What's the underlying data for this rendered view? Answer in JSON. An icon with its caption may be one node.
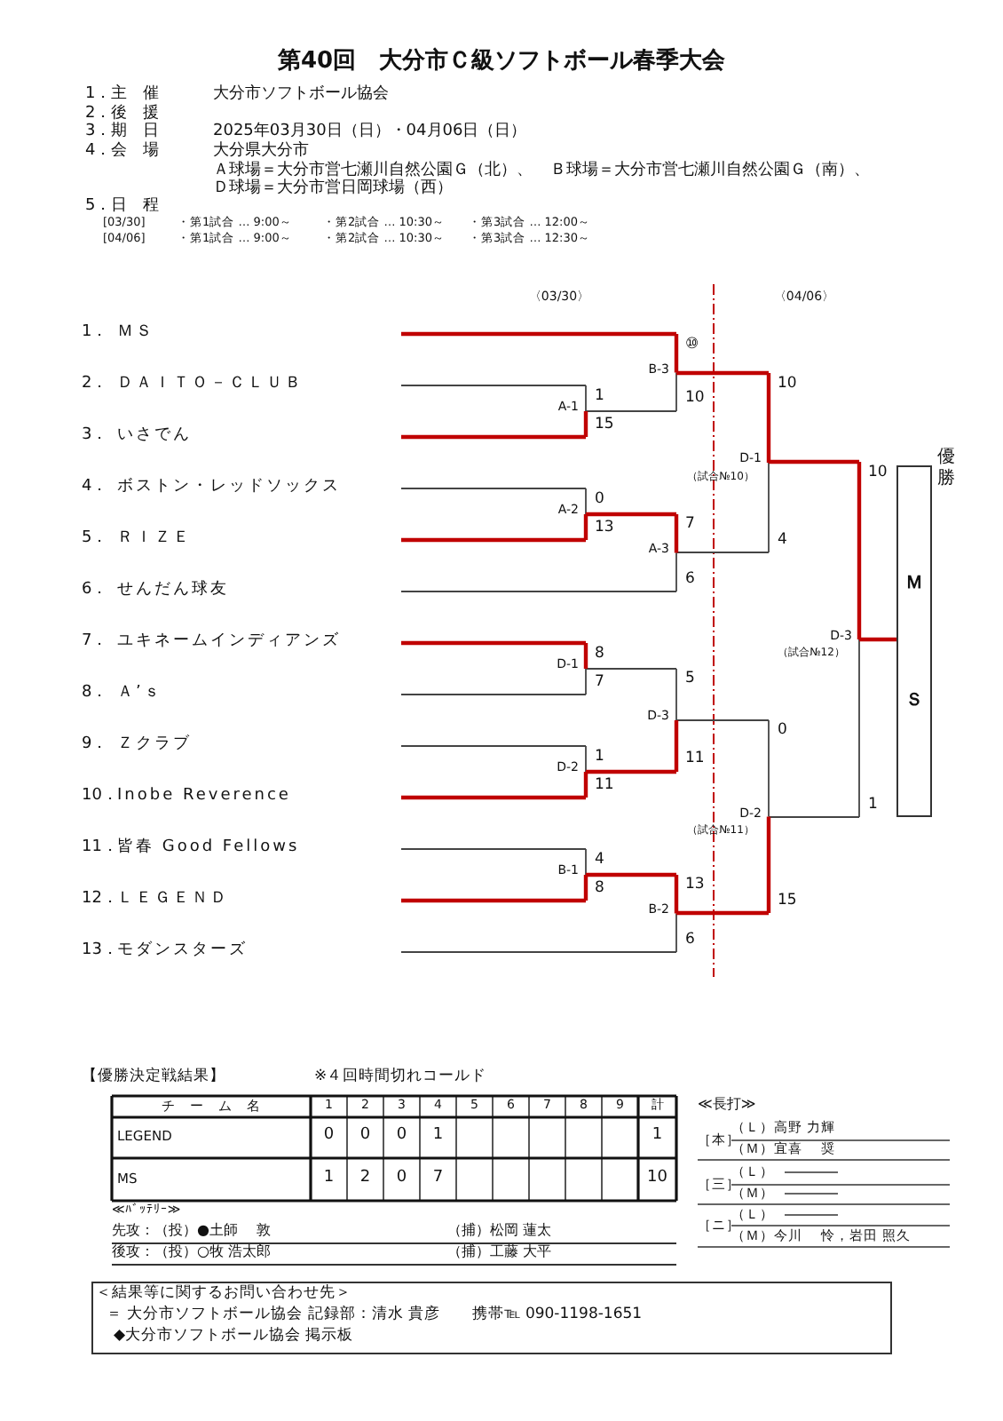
{
  "diagram": {
    "title": "第40回　大分市Ｃ級ソフトボール春季大会",
    "nodes": [
      {
        "text": [
          "ＭＳ"
        ],
        "beside": [
          "優勝"
        ]
      }
    ],
    "labels": [
      "1．主　催",
      "大分市ソフトボール協会",
      "2．後　援",
      "3．期　日",
      "2025年03月30日（日）・04月06日（日）",
      "4．会　場",
      "大分県大分市",
      "Ａ球場＝大分市営七瀬川自然公園Ｇ（北）、",
      "Ｂ球場＝大分市営七瀬川自然公園Ｇ（南）、",
      "Ｄ球場＝大分市営日岡球場（西）",
      "5．日　程",
      "[03/30]",
      "・第1試合 … 9:00～",
      "・第2試合 … 10:30～",
      "・第3試合 … 12:00～",
      "[04/06]",
      "・第1試合 … 9:00～",
      "・第2試合 … 10:30～",
      "・第3試合 … 12:30～",
      "〈03/30〉",
      "〈04/06〉",
      "1．",
      "ＭＳ",
      "2．",
      "ＤＡＩＴＯ－ＣＬＵＢ",
      "3．",
      "いさでん",
      "4．",
      "ボストン・レッドソックス",
      "5．",
      "ＲＩＺＥ",
      "6．",
      "せんだん球友",
      "7．",
      "ユキネームインディアンズ",
      "8．",
      "Ａ’ｓ",
      "9．",
      "Ｚクラブ",
      "10．",
      "Inobe Reverence",
      "11．",
      "皆春 Good Fellows",
      "12．",
      "ＬＥＧＥＮＤ",
      "13．",
      "モダンスターズ",
      "B-3",
      "⑩",
      "10",
      "A-1",
      "1",
      "15",
      "A-2",
      "0",
      "13",
      "A-3",
      "7",
      "6",
      "D-1",
      "（試合№10）",
      "10",
      "4",
      "D-3",
      "（試合№12）",
      "10",
      "1",
      "D-1",
      "8",
      "7",
      "D-2",
      "1",
      "11",
      "D-3",
      "5",
      "11",
      "D-2",
      "（試合№11）",
      "0",
      "15",
      "B-1",
      "4",
      "8",
      "B-2",
      "13",
      "6",
      "【優勝決定戦結果】",
      "※４回時間切れコールド",
      "チ　ー　ム　名",
      "1",
      "2",
      "3",
      "4",
      "5",
      "6",
      "7",
      "8",
      "9",
      "計",
      "LEGEND",
      "0",
      "0",
      "0",
      "1",
      "1",
      "MS",
      "1",
      "2",
      "0",
      "7",
      "10",
      "≪長打≫",
      "［本］",
      "（Ｌ）高野 力輝",
      "（Ｍ）宜喜　 奨",
      "［三］",
      "（Ｌ）",
      "（Ｍ）",
      "［ニ］",
      "（Ｌ）",
      "（Ｍ）今川　 怜，岩田 照久",
      "≪ﾊﾞｯﾃﾘｰ≫",
      "先攻：（投）●土師　 敦",
      "（捕）松岡 蓮太",
      "後攻：（投）○牧 浩太郎",
      "（捕）工藤 大平",
      "＜結果等に関するお問い合わせ先＞",
      "＝ 大分市ソフトボール協会 記録部：清水 貴彦　　携帯℡ 090-1198-1651",
      "◆大分市ソフトボール協会 掲示板"
    ]
  }
}
